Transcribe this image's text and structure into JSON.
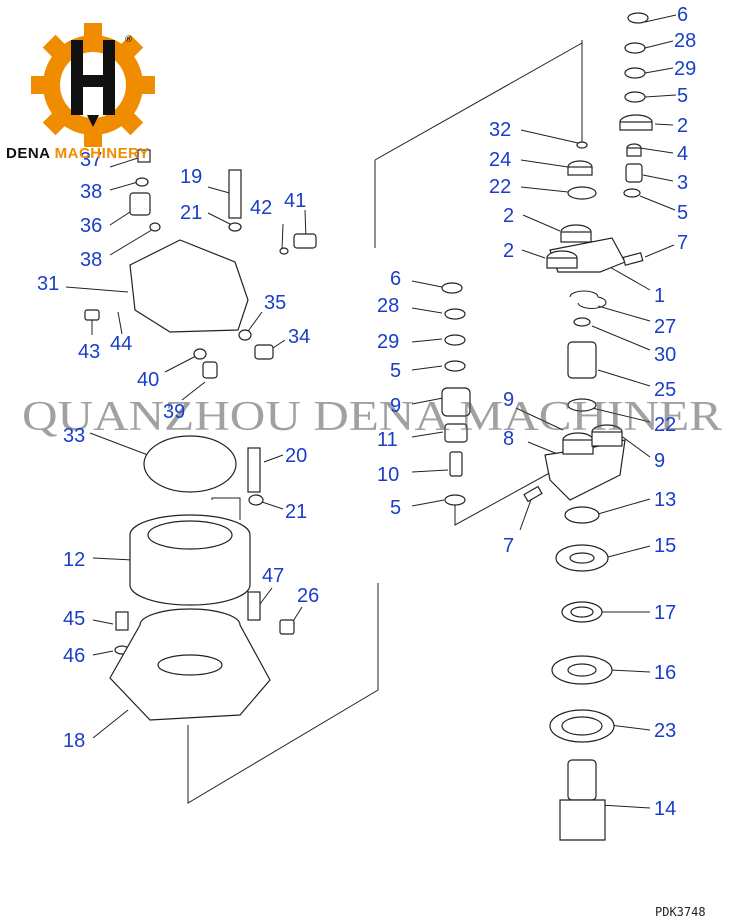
{
  "logo": {
    "brand_prefix": "DENA ",
    "brand_suffix": "MACHINERY",
    "brand_color": "#f08c00"
  },
  "watermark": "QUANZHOU  DENA  MACHINER",
  "doc_id": "PDK3748",
  "label_color": "#1a3ec8",
  "labels": {
    "p6a": "6",
    "p28a": "28",
    "p29a": "29",
    "p5a": "5",
    "p2a": "2",
    "p4": "4",
    "p3": "3",
    "p5b": "5",
    "p32": "32",
    "p24": "24",
    "p22a": "22",
    "p2b": "2",
    "p2c": "2",
    "p7a": "7",
    "p1": "1",
    "p27": "27",
    "p30": "30",
    "p25": "25",
    "p22b": "22",
    "p9a": "9",
    "p8": "8",
    "p9b": "9",
    "p13": "13",
    "p7b": "7",
    "p15": "15",
    "p17": "17",
    "p16": "16",
    "p23": "23",
    "p14": "14",
    "p6b": "6",
    "p28b": "28",
    "p29b": "29",
    "p5c": "5",
    "p9c": "9",
    "p11": "11",
    "p10": "10",
    "p5d": "5",
    "p37": "37",
    "p38a": "38",
    "p19": "19",
    "p36": "36",
    "p21a": "21",
    "p42": "42",
    "p41": "41",
    "p38b": "38",
    "p31": "31",
    "p35": "35",
    "p43": "43",
    "p44": "44",
    "p34": "34",
    "p40": "40",
    "p39": "39",
    "p33": "33",
    "p20": "20",
    "p21b": "21",
    "p12": "12",
    "p47": "47",
    "p26": "26",
    "p45": "45",
    "p46": "46",
    "p18": "18"
  }
}
